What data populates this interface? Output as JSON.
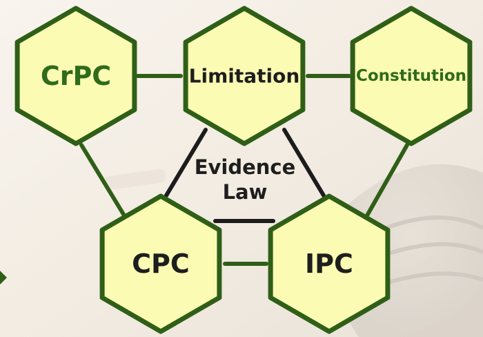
{
  "diagram": {
    "center_label": [
      "Evidence",
      "Law"
    ],
    "nodes": [
      {
        "id": "crpc",
        "label": "CrPC",
        "label_color": "#2f6b1a"
      },
      {
        "id": "limitation",
        "label": "Limitation",
        "label_color": "#1e1e1e"
      },
      {
        "id": "constitution",
        "label": "Constitution",
        "label_color": "#2f6b1a"
      },
      {
        "id": "cpc",
        "label": "CPC",
        "label_color": "#1e1e1e"
      },
      {
        "id": "ipc",
        "label": "IPC",
        "label_color": "#1e1e1e"
      }
    ],
    "colors": {
      "hex_fill": "#fbfbb4",
      "hex_stroke": "#2f5f17",
      "connector_green": "#2f5f17",
      "connector_dark": "#1c1c1c"
    }
  }
}
